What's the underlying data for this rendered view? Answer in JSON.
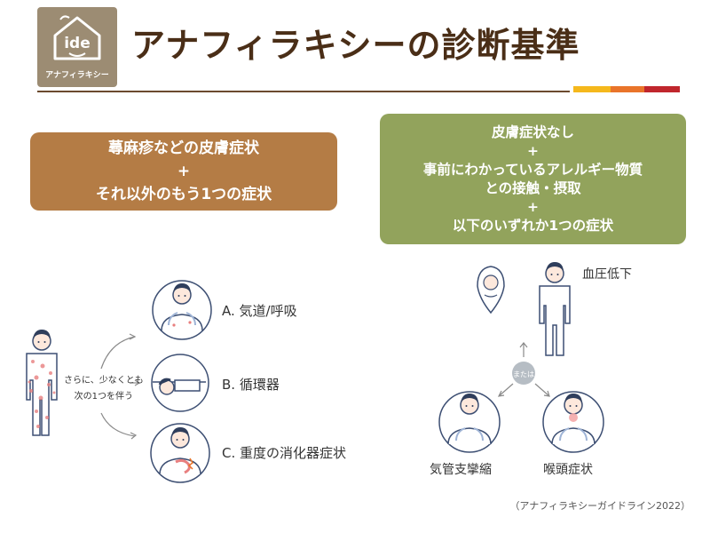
{
  "logo": {
    "letters": "ide",
    "caption": "アナフィラキシー"
  },
  "header": {
    "title": "アナフィラキシーの診断基準",
    "accent_colors": [
      "#f5b81c",
      "#e9742a",
      "#c0262d"
    ]
  },
  "criterion_1": {
    "lines": [
      "蕁麻疹などの皮膚症状",
      "+",
      "それ以外のもう1つの症状"
    ],
    "color": "#b47c45"
  },
  "criterion_2": {
    "lines": [
      "皮膚症状なし",
      "+",
      "事前にわかっているアレルギー物質",
      "との接触・摂取",
      "+",
      "以下のいずれか1つの症状"
    ],
    "color": "#92a35c"
  },
  "diagram_left": {
    "connector_lines": [
      "さらに、少なくとも",
      "次の1つを伴う"
    ],
    "options": [
      {
        "label": "A. 気道/呼吸"
      },
      {
        "label": "B. 循環器"
      },
      {
        "label": "C. 重度の消化器症状"
      }
    ]
  },
  "diagram_right": {
    "hypotension_label": "血圧低下",
    "or_label": "または",
    "bronchospasm_label": "気管支攣縮",
    "larynx_label": "喉頭症状"
  },
  "citation": "（アナフィラキシーガイドライン2022）"
}
